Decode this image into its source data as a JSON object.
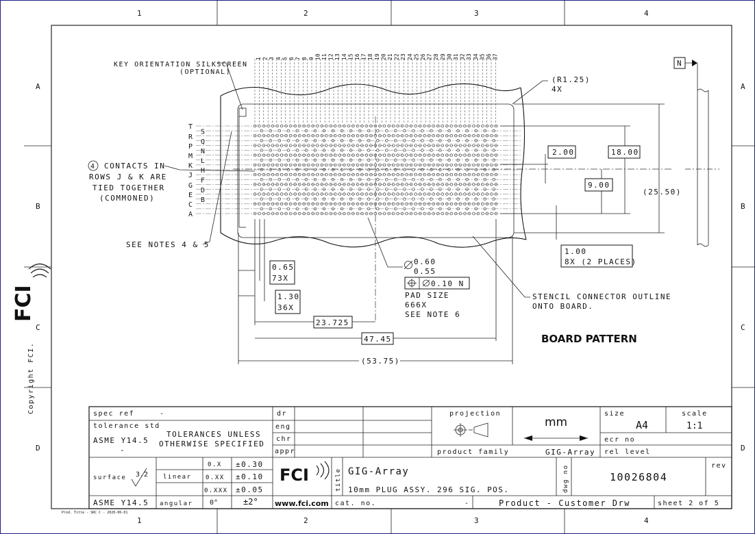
{
  "frame": {
    "cols": [
      "1",
      "2",
      "3",
      "4"
    ],
    "rows": [
      "A",
      "B",
      "C",
      "D"
    ],
    "side_copyright": "Copyright FCI.",
    "logo_text": "FCI",
    "footer_note": "Prod. Title - SRC C - 2020-06-01"
  },
  "drawing": {
    "view_title": "BOARD PATTERN",
    "datum_n": "N",
    "row_letters_left": [
      "T",
      "R",
      "P",
      "M",
      "K",
      "J",
      "G",
      "E",
      "C",
      "A"
    ],
    "row_letters_right": [
      "S",
      "Q",
      "N",
      "L",
      "H",
      "F",
      "D",
      "B"
    ],
    "column_numbers": "1 2 3 4 5 6 7 8 9 10 11 12 13 14 15 16 17 18 19 20 21 22 23 24 25 26 27 28 29 30 31 32 33 34 35 36 37",
    "key_orientation_line1": "KEY ORIENTATION SILKSCREEN",
    "key_orientation_line2": "(OPTIONAL)",
    "radius_line1": "(R1.25)",
    "radius_line2": "4X",
    "note4_number": "4",
    "note4_line1": "CONTACTS IN",
    "note4_line2": "ROWS J & K ARE",
    "note4_line3": "TIED TOGETHER",
    "note4_line4": "(COMMONED)",
    "see_notes_4_5": "SEE NOTES 4 & 5",
    "dim_2_00": "2.00",
    "dim_18_00": "18.00",
    "dim_9_00": "9.00",
    "dim_25_50": "(25.50)",
    "dim_1_00_line1": "1.00",
    "dim_1_00_line2": "8X (2 PLACES)",
    "dim_0_65_line1": "0.65",
    "dim_0_65_line2": "73X",
    "dim_1_30_line1": "1.30",
    "dim_1_30_line2": "36X",
    "dim_23_725": "23.725",
    "dim_47_45": "47.45",
    "dim_53_75": "(53.75)",
    "pad_dia_max": "0.60",
    "pad_dia_min": "0.55",
    "pad_tolerance": "0.10 N",
    "pad_size": "PAD SIZE",
    "pad_count": "666X",
    "see_note_6": "SEE NOTE 6",
    "stencil_line1": "STENCIL CONNECTOR OUTLINE",
    "stencil_line2": "ONTO BOARD."
  },
  "title_block": {
    "spec_ref_label": "spec ref",
    "spec_ref_value": "-",
    "tolerance_std_label": "tolerance std",
    "tolerance_std_value": "ASME Y14.5",
    "tolerance_std_dash": "-",
    "tol_unless_line1": "TOLERANCES UNLESS",
    "tol_unless_line2": "OTHERWISE SPECIFIED",
    "dr_label": "dr",
    "eng_label": "eng",
    "chr_label": "chr",
    "appr_label": "appr",
    "projection_label": "projection",
    "units": "mm",
    "size_label": "size",
    "size_value": "A4",
    "scale_label": "scale",
    "scale_value": "1:1",
    "ecr_label": "ecr no",
    "product_family_label": "product family",
    "product_family_value": "GIG-Array",
    "rel_level_label": "rel level",
    "surface_label": "surface",
    "surface_value": "3.2",
    "linear_label": "linear",
    "tol_x": "0.X",
    "tol_x_val": "±0.30",
    "tol_xx": "0.XX",
    "tol_xx_val": "±0.10",
    "tol_xxx": "0.XXX",
    "tol_xxx_val": "±0.05",
    "asme_bottom": "ASME Y14.5",
    "angular_label": "angular",
    "angular_value": "0°",
    "angular_tol": "±2°",
    "website": "www.fci.com",
    "title_label": "title",
    "title_line1": "GIG-Array",
    "title_line2": "10mm PLUG ASSY. 296 SIG. POS.",
    "dwg_no_label": "dwg no",
    "dwg_no": "10026804",
    "rev_label": "rev",
    "cat_no_label": "cat. no.",
    "cat_no_value": "-",
    "doc_type": "Product - Customer Drw",
    "sheet": "sheet 2 of 5"
  }
}
